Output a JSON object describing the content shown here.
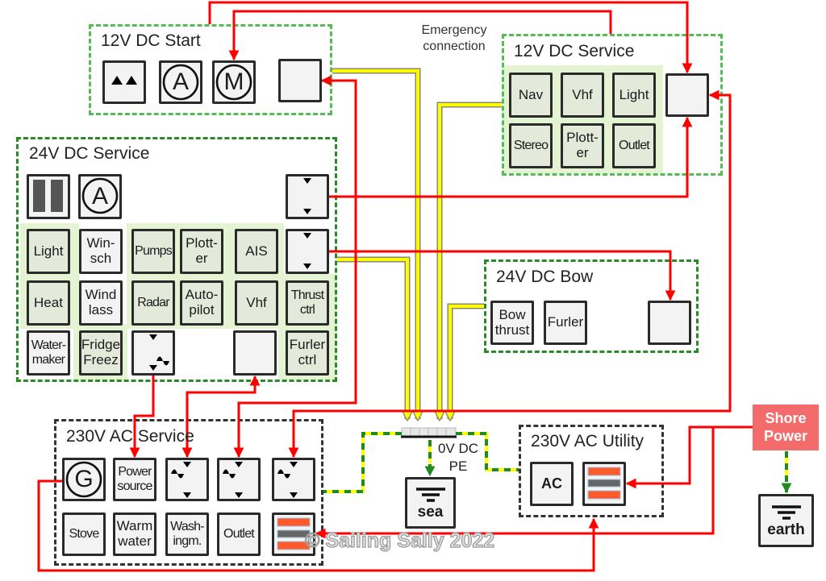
{
  "colors": {
    "power_wire": "#ff0000",
    "dc_negative_wire": "#ffff00",
    "protective_earth": "#1f8a1f",
    "shore_power": "#f46b6b",
    "breaker_orange": "#ff5a2b",
    "breaker_gray": "#666666",
    "group_border_12v": "#55bb55",
    "group_border_24v": "#2a8a2a",
    "group_border_230v": "#333333"
  },
  "annotations": {
    "emergency_connection": "Emergency\nconnection",
    "bus_label": "0V DC\nPE",
    "watermark": "© Sailing Sally 2022"
  },
  "groups": {
    "dc12_start": {
      "title": "12V DC Start",
      "rectifier": {
        "icon": "rectifier-icon"
      },
      "alternator": {
        "icon": "alternator-icon",
        "glyph": "A"
      },
      "starter_motor": {
        "icon": "motor-icon",
        "glyph": "M"
      },
      "battery": {
        "icon": "battery-icon"
      }
    },
    "dc12_service": {
      "title": "12V DC Service",
      "loads": [
        "Nav",
        "Vhf",
        "Light",
        "Stereo",
        "Plott-\ner",
        "Outlet"
      ],
      "battery": {
        "icon": "battery-icon"
      }
    },
    "dc24_service": {
      "title": "24V DC Service",
      "battery_bank": {
        "icon": "battery-bank-icon"
      },
      "alternator": {
        "icon": "alternator-icon",
        "glyph": "A"
      },
      "converter_to_12v": {
        "icon": "dc-dc-converter-icon"
      },
      "converter_to_bow": {
        "icon": "dc-dc-converter-icon"
      },
      "inverter": {
        "icon": "inverter-icon"
      },
      "battery": {
        "icon": "battery-icon"
      },
      "loads": {
        "light": "Light",
        "winsch": "Win-\nsch",
        "pumps": "Pumps",
        "plotter": "Plott-\ner",
        "ais": "AIS",
        "heat": "Heat",
        "windlass": "Wind\nlass",
        "radar": "Radar",
        "autopilot": "Auto-\npilot",
        "vhf": "Vhf",
        "thrust_ctrl": "Thrust\nctrl",
        "watermaker": "Water-\nmaker",
        "fridge": "Fridge\nFreez",
        "furler_ctrl": "Furler\nctrl"
      }
    },
    "dc24_bow": {
      "title": "24V DC Bow",
      "loads": [
        "Bow\nthrust",
        "Furler"
      ],
      "battery": {
        "icon": "battery-icon"
      }
    },
    "ac230_service": {
      "title": "230V AC Service",
      "generator": {
        "icon": "generator-icon",
        "glyph": "G"
      },
      "power_source": "Power\nsource",
      "chargers": [
        {
          "icon": "charger-icon"
        },
        {
          "icon": "charger-icon"
        },
        {
          "icon": "charger-icon"
        }
      ],
      "loads": [
        "Stove",
        "Warm\nwater",
        "Wash-\ningm.",
        "Outlet"
      ],
      "breaker_panel": {
        "icon": "breaker-panel-icon"
      }
    },
    "ac230_utility": {
      "title": "230V AC Utility",
      "ac": "AC",
      "breaker_panel": {
        "icon": "breaker-panel-icon"
      }
    }
  },
  "shore_power": "Shore\nPower",
  "grounds": {
    "sea": "sea",
    "earth": "earth"
  }
}
